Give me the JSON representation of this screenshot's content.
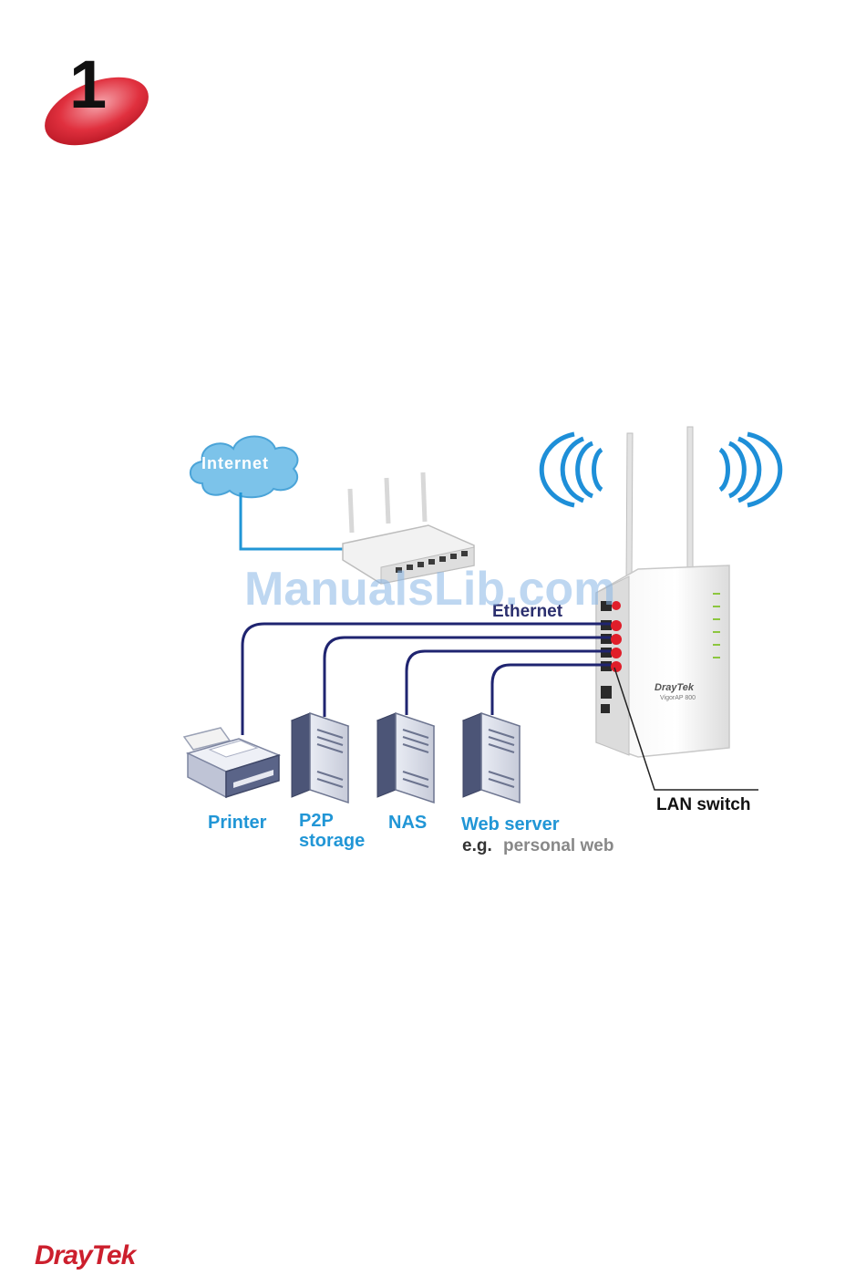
{
  "chapter": {
    "number": "1"
  },
  "diagram": {
    "cloud_label": "Internet",
    "ethernet_label": "Ethernet",
    "lan_switch_label": "LAN switch",
    "devices": {
      "printer": "Printer",
      "p2p_line1": "P2P",
      "p2p_line2": "storage",
      "nas": "NAS",
      "web_server": "Web server",
      "web_server_eg_prefix": "e.g.",
      "web_server_eg_text": "personal web"
    },
    "ap_brand": "DrayTek",
    "ap_model": "VigorAP 800"
  },
  "watermark": "ManualsLib.com",
  "footer": {
    "brand": "DrayTek"
  },
  "colors": {
    "badge": "#e0303e",
    "link_blue": "#2196d6",
    "ethernet_navy": "#1f2470",
    "port_red": "#e01e2a",
    "wifi_blue": "#1e8fd8",
    "brand_red": "#cc1f2d"
  }
}
